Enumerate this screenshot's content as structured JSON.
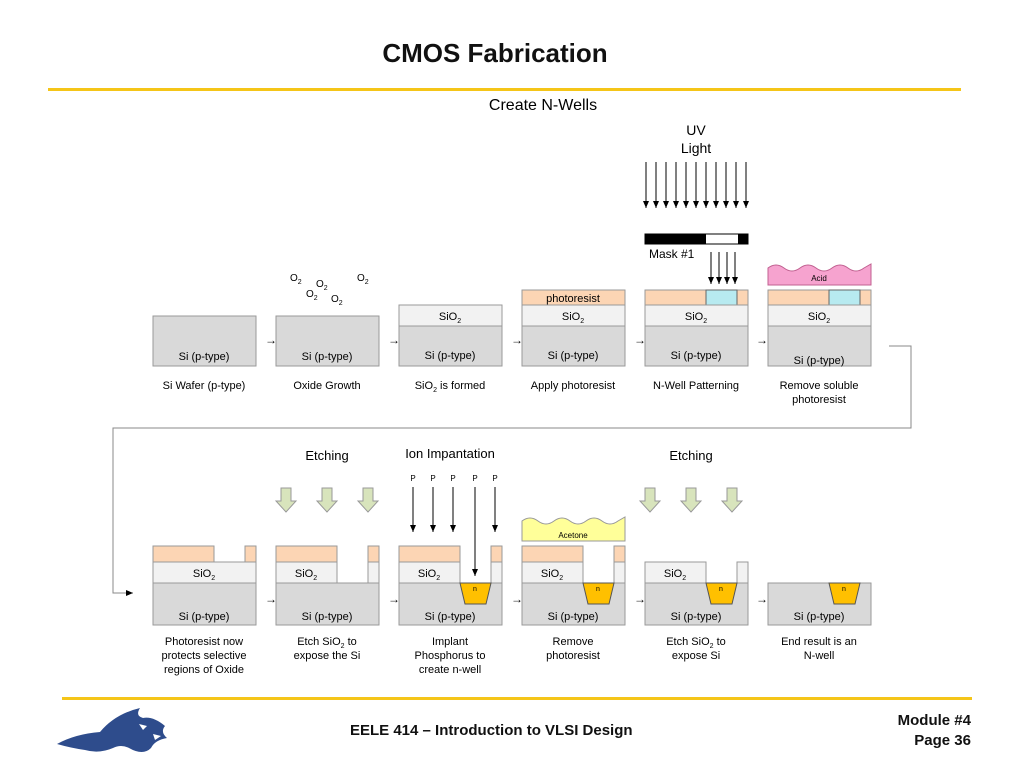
{
  "slide": {
    "title": "CMOS Fabrication",
    "course": "EELE 414 – Introduction to VLSI Design",
    "module": "Module #4",
    "page": "Page 36"
  },
  "diagram": {
    "heading": "Create N-Wells",
    "uv_label_1": "UV",
    "uv_label_2": "Light",
    "mask_label": "Mask #1",
    "acid_label": "Acid",
    "acetone_label": "Acetone",
    "etching_label": "Etching",
    "ion_label": "Ion Impantation",
    "p_label": "P",
    "n_label": "n",
    "o2_label": "O",
    "o2_sub": "2",
    "si_label": "Si (p-type)",
    "sio2_label": "SiO",
    "sio2_sub": "2",
    "photoresist_label": "photoresist",
    "arrow": "→",
    "captions": {
      "s1": "Si Wafer (p-type)",
      "s2": "Oxide Growth",
      "s3_a": "SiO",
      "s3_b": " is formed",
      "s4": "Apply photoresist",
      "s5": "N-Well Patterning",
      "s6_1": "Remove soluble",
      "s6_2": "photoresist",
      "s7_1": "Photoresist now",
      "s7_2": "protects selective",
      "s7_3": "regions of Oxide",
      "s8_1a": "Etch SiO",
      "s8_1b": " to",
      "s8_2": "expose the Si",
      "s9_1": "Implant",
      "s9_2": "Phosphorus to",
      "s9_3": "create n-well",
      "s10_1": "Remove",
      "s10_2": "photoresist",
      "s11_1a": "Etch SiO",
      "s11_1b": " to",
      "s11_2": "expose Si",
      "s12_1": "End result is an",
      "s12_2": "N-well"
    }
  },
  "colors": {
    "accent_rule": "#f5c518",
    "si": "#d9d9d9",
    "sio2": "#f2f2f2",
    "photoresist": "#fcd5b4",
    "soluble_resist": "#b7eaf0",
    "nwell": "#ffc000",
    "acid": "#f6a3cf",
    "acetone": "#ffff99",
    "etch_arrow": "#d8e4bc",
    "logo": "#2e4c8c"
  }
}
